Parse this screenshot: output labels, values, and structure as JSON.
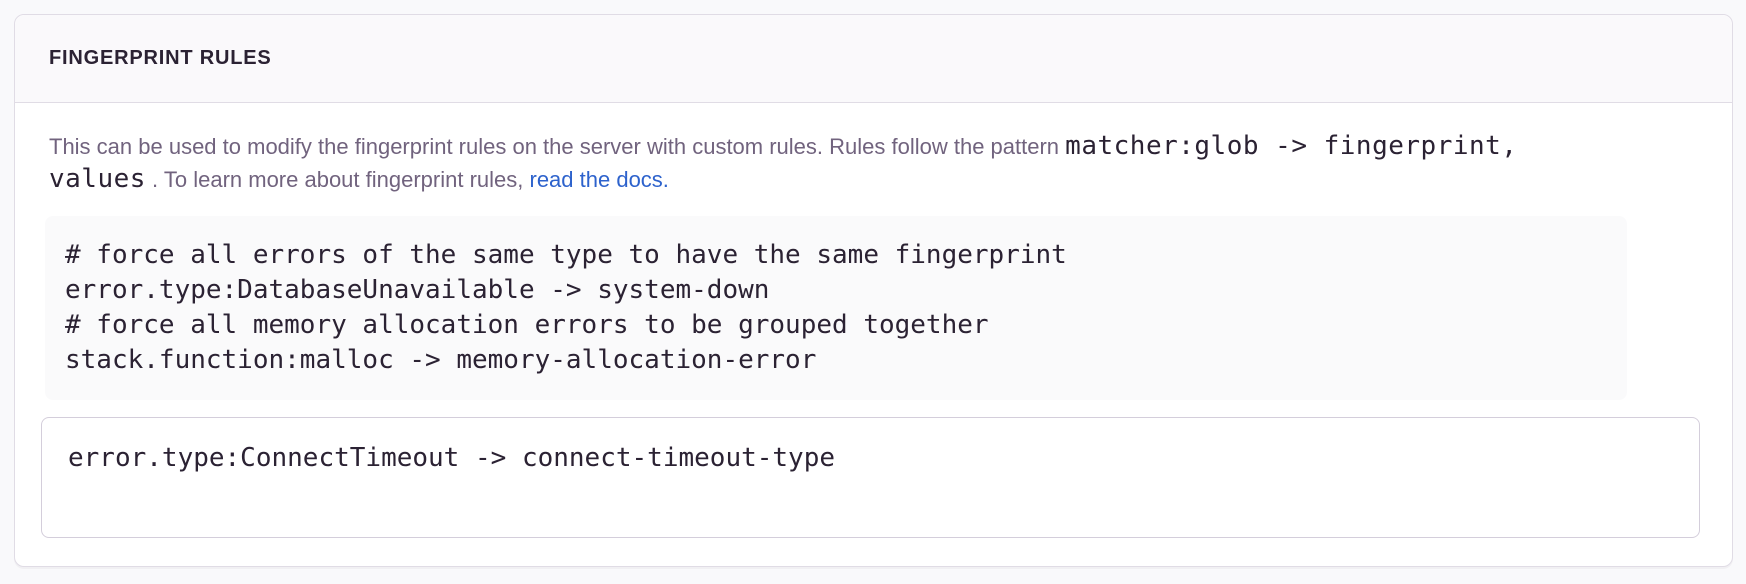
{
  "panel": {
    "title": "FINGERPRINT RULES",
    "description": {
      "text_before_code": "This can be used to modify the fingerprint rules on the server with custom rules. Rules follow the pattern ",
      "code_part1": "matcher:glob -> fingerprint,",
      "code_part2": "values",
      "text_after_code": " . To learn more about fingerprint rules, ",
      "link_label": "read the docs."
    },
    "example_code": "# force all errors of the same type to have the same fingerprint\nerror.type:DatabaseUnavailable -> system-down\n# force all memory allocation errors to be grouped together\nstack.function:malloc -> memory-allocation-error",
    "input": {
      "value": "error.type:ConnectTimeout -> connect-timeout-type"
    }
  },
  "colors": {
    "page_background": "#F9F9FB",
    "panel_background": "#FFFFFF",
    "panel_border": "#E0DCE5",
    "header_background": "#FAF9FB",
    "title_text": "#2B2233",
    "description_text": "#71637E",
    "code_text": "#2B2233",
    "code_block_background": "#FAFAFB",
    "input_border": "#D4CEDB",
    "link_blue": "#2D62CC"
  }
}
